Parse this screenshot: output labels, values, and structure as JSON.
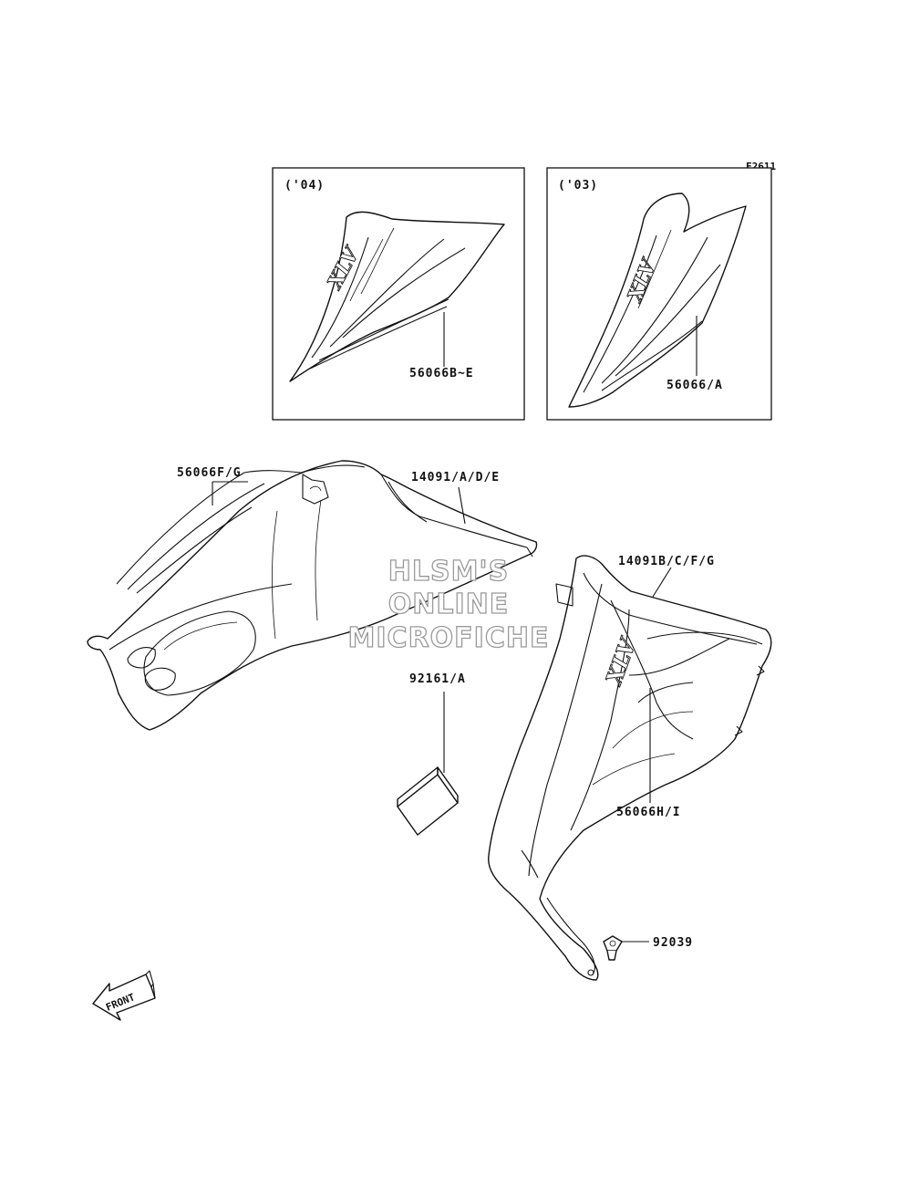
{
  "figure_id": "F2611",
  "inset_left": {
    "year_label": "('04)",
    "part_label": "56066B~E"
  },
  "inset_right": {
    "year_label": "('03)",
    "part_label": "56066/A"
  },
  "labels": {
    "left_decal": "56066F/G",
    "left_cover": "14091/A/D/E",
    "right_cover": "14091B/C/F/G",
    "pad": "92161/A",
    "right_decal": "56066H/I",
    "clip": "92039"
  },
  "watermark": {
    "line1": "HLSM'S",
    "line2": "ONLINE",
    "line3": "MICROFICHE"
  },
  "front_arrow": {
    "text": "FRONT"
  }
}
